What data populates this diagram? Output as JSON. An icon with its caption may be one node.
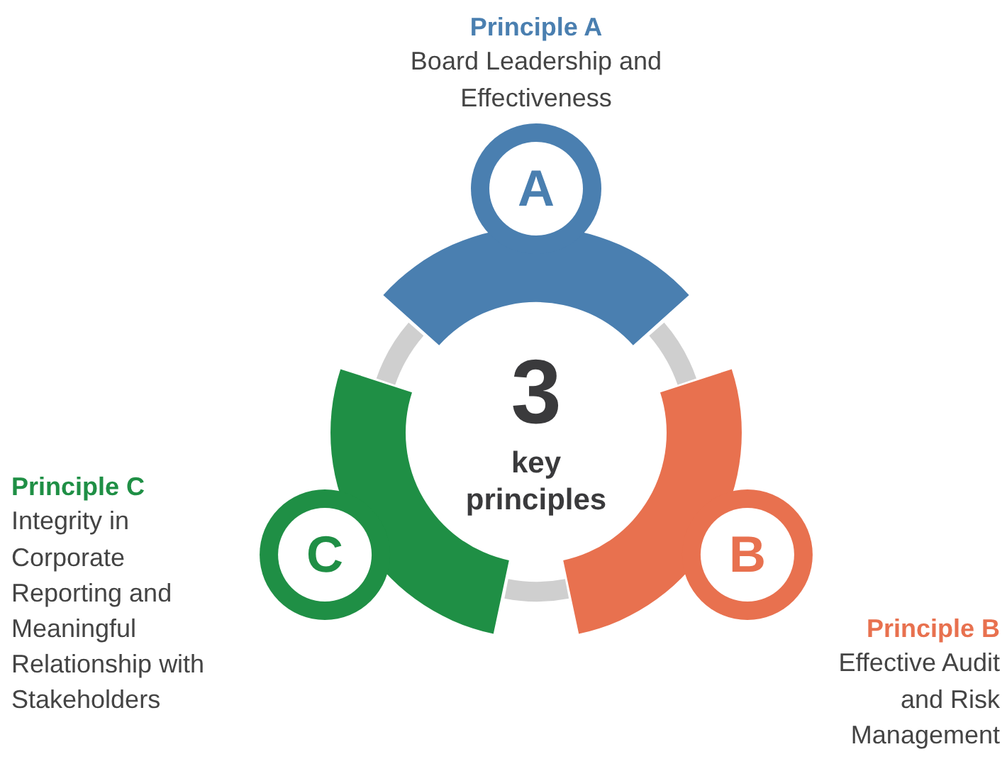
{
  "diagram": {
    "nodes": [
      {
        "text": [
          "3",
          "key principles"
        ]
      },
      {
        "text": [
          "A"
        ],
        "beside": [
          "Principle A",
          "Board Leadership and Effectiveness"
        ]
      },
      {
        "text": [
          "B"
        ],
        "beside": [
          "Principle B",
          "Effective Audit and Risk Management"
        ]
      },
      {
        "text": [
          "C"
        ],
        "beside": [
          "Principle C",
          "Integrity in Corporate Reporting and Meaningful Relationship with Stakeholders"
        ]
      }
    ]
  }
}
